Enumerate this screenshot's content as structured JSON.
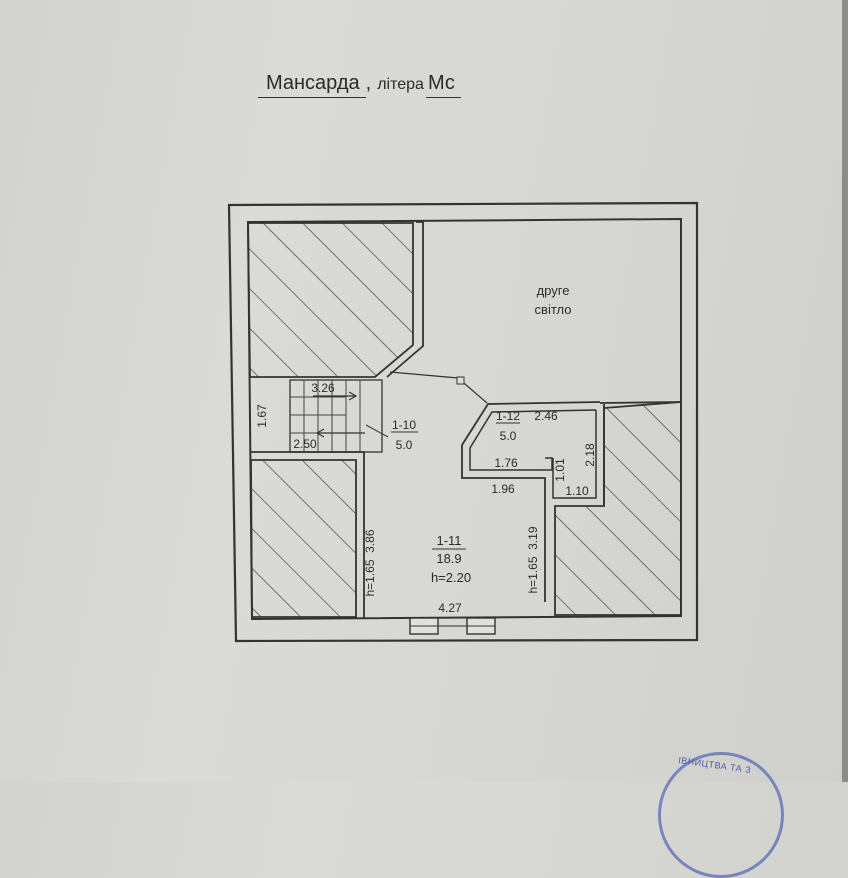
{
  "header": {
    "title": "Мансарда",
    "comma": ",",
    "letter_label": "літера",
    "letter_code": "Мс"
  },
  "plan": {
    "second_light_line1": "друге",
    "second_light_line2": "світло",
    "rooms": {
      "r110": {
        "id": "1-10",
        "area": "5.0"
      },
      "r111": {
        "id": "1-11",
        "area": "18.9",
        "height": "h=2.20"
      },
      "r112": {
        "id": "1-12",
        "area": "5.0"
      }
    },
    "dims": {
      "stair_top": "3.26",
      "stair_bottom": "2.50",
      "stair_side": "1.67",
      "r112_width": "2.46",
      "r112_side": "2.18",
      "corridor_top": "1.76",
      "corridor_bottom": "1.96",
      "niche_height": "1.01",
      "niche_width": "1.10",
      "r111_left": "h=1.65  3.86",
      "r111_right": "h=1.65  3.19",
      "r111_bottom": "4.27"
    }
  },
  "stamp": {
    "text": "ІВНИЦТВА ТА З"
  }
}
